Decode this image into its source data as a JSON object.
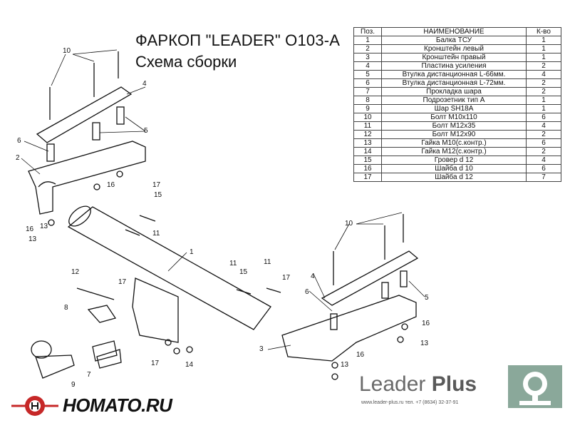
{
  "title": "ФАРКОП \"LEADER\" O103-A",
  "subtitle": "Схема сборки",
  "table": {
    "headers": [
      "Поз.",
      "НАИМЕНОВАНИЕ",
      "К-во"
    ],
    "rows": [
      [
        "1",
        "Балка ТСУ",
        "1"
      ],
      [
        "2",
        "Кронштейн левый",
        "1"
      ],
      [
        "3",
        "Кронштейн правый",
        "1"
      ],
      [
        "4",
        "Пластина усиления",
        "2"
      ],
      [
        "5",
        "Втулка дистанционная L-66мм.",
        "4"
      ],
      [
        "6",
        "Втулка дистанционная L-72мм.",
        "2"
      ],
      [
        "7",
        "Прокладка шара",
        "2"
      ],
      [
        "8",
        "Подрозетник тип А",
        "1"
      ],
      [
        "9",
        "Шар SH18A",
        "1"
      ],
      [
        "10",
        "Болт М10х110",
        "6"
      ],
      [
        "11",
        "Болт М12х35",
        "4"
      ],
      [
        "12",
        "Болт М12х90",
        "2"
      ],
      [
        "13",
        "Гайка  М10(с.контр.)",
        "6"
      ],
      [
        "14",
        "Гайка М12(с.контр.)",
        "2"
      ],
      [
        "15",
        "Гровер d 12",
        "4"
      ],
      [
        "16",
        "Шайба d 10",
        "6"
      ],
      [
        "17",
        "Шайба d 12",
        "7"
      ]
    ]
  },
  "labels": [
    "10",
    "4",
    "5",
    "6",
    "2",
    "16",
    "13",
    "17",
    "15",
    "11",
    "16",
    "13",
    "1",
    "12",
    "17",
    "8",
    "9",
    "7",
    "17",
    "14",
    "11",
    "15",
    "11",
    "17",
    "10",
    "4",
    "6",
    "5",
    "3",
    "16",
    "13",
    "16",
    "13"
  ],
  "brand": {
    "name": "Leader",
    "plus": "Plus",
    "url": "www.leader-plus.ru   тел. +7 (8634) 32-37-91"
  },
  "homato": "HOMATO.RU",
  "icons": [
    "leader-plus-logo-icon",
    "homato-logo-icon"
  ]
}
